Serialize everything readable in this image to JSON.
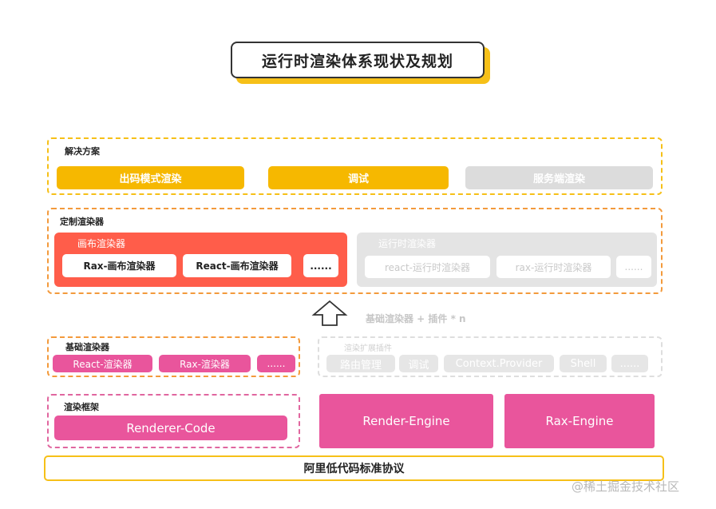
{
  "title": "运行时渲染体系现状及规划",
  "solutions": {
    "label": "解决方案",
    "items": [
      "出码模式渲染",
      "调试",
      "服务端渲染"
    ]
  },
  "custom_renderers": {
    "label": "定制渲染器",
    "canvas": {
      "label": "画布渲染器",
      "items": [
        "Rax-画布渲染器",
        "React-画布渲染器",
        "......"
      ]
    },
    "runtime": {
      "label": "运行时渲染器",
      "items": [
        "react-运行时渲染器",
        "rax-运行时渲染器",
        "......"
      ]
    }
  },
  "arrow_note": "基础渲染器 + 插件 * n",
  "base_renderers": {
    "label": "基础渲染器",
    "items": [
      "React-渲染器",
      "Rax-渲染器",
      "......"
    ]
  },
  "plugins": {
    "label": "渲染扩展插件",
    "items": [
      "路由管理",
      "调试",
      "Context.Provider",
      "Shell",
      "......"
    ]
  },
  "framework": {
    "label": "渲染框架",
    "item": "Renderer-Code"
  },
  "engines": [
    "Render-Engine",
    "Rax-Engine"
  ],
  "protocol": "阿里低代码标准协议",
  "watermark": "@稀土掘金技术社区"
}
